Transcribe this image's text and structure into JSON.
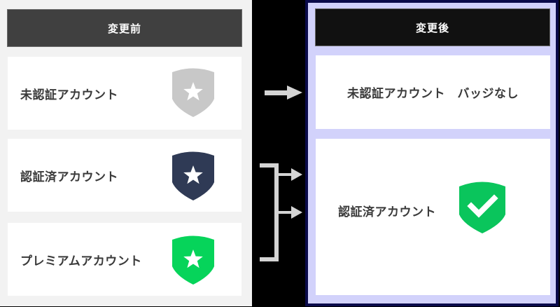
{
  "before": {
    "title": "変更前",
    "items": [
      {
        "label": "未認証アカウント",
        "badge": "star-shield-icon",
        "badge_color": "#c8c8c8"
      },
      {
        "label": "認証済アカウント",
        "badge": "star-shield-icon",
        "badge_color": "#2f3a55"
      },
      {
        "label": "プレミアムアカウント",
        "badge": "star-shield-icon",
        "badge_color": "#06d45a"
      }
    ]
  },
  "after": {
    "title": "変更後",
    "items": [
      {
        "label": "未認証アカウント　バッジなし",
        "badge": null
      },
      {
        "label": "認証済アカウント",
        "badge": "check-shield-icon",
        "badge_color": "#0ac55c"
      }
    ]
  },
  "colors": {
    "before_panel_bg": "#f2f2f2",
    "before_header_bg": "#404040",
    "after_panel_bg": "#d2d2fb",
    "after_panel_border": "#0a0a4a",
    "after_header_bg": "#111111",
    "arrow_color": "#d4d4d4",
    "background": "#000000"
  }
}
